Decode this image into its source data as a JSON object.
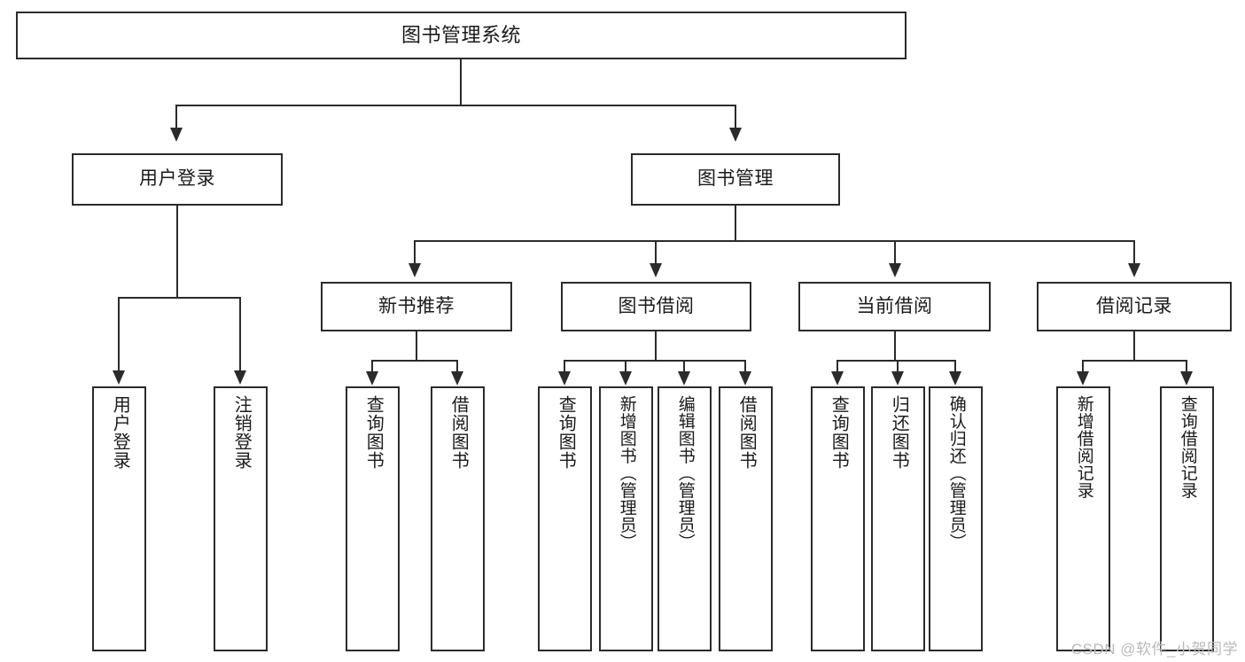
{
  "diagram": {
    "title": "图书管理系统",
    "type": "tree-hierarchy-diagram",
    "root": {
      "label": "图书管理系统"
    },
    "level1": [
      {
        "label": "用户登录"
      },
      {
        "label": "图书管理"
      }
    ],
    "level2": [
      {
        "label": "新书推荐"
      },
      {
        "label": "图书借阅"
      },
      {
        "label": "当前借阅"
      },
      {
        "label": "借阅记录"
      }
    ],
    "leaves": {
      "user_login": [
        {
          "label": "用户登录"
        },
        {
          "label": "注销登录"
        }
      ],
      "new_book_recommend": [
        {
          "label": "查询图书"
        },
        {
          "label": "借阅图书"
        }
      ],
      "book_borrow": [
        {
          "label": "查询图书"
        },
        {
          "label": "新增图书（管理员）"
        },
        {
          "label": "编辑图书（管理员）"
        },
        {
          "label": "借阅图书"
        }
      ],
      "current_borrow": [
        {
          "label": "查询图书"
        },
        {
          "label": "归还图书"
        },
        {
          "label": "确认归还（管理员）"
        }
      ],
      "borrow_record": [
        {
          "label": "新增借阅记录"
        },
        {
          "label": "查询借阅记录"
        }
      ]
    }
  },
  "watermark": {
    "text": "CSDN @软件_小贺同学"
  },
  "colors": {
    "stroke": "#2b2b2b",
    "background": "#ffffff",
    "text": "#1a1a1a",
    "watermark": "#b9b9b9"
  }
}
